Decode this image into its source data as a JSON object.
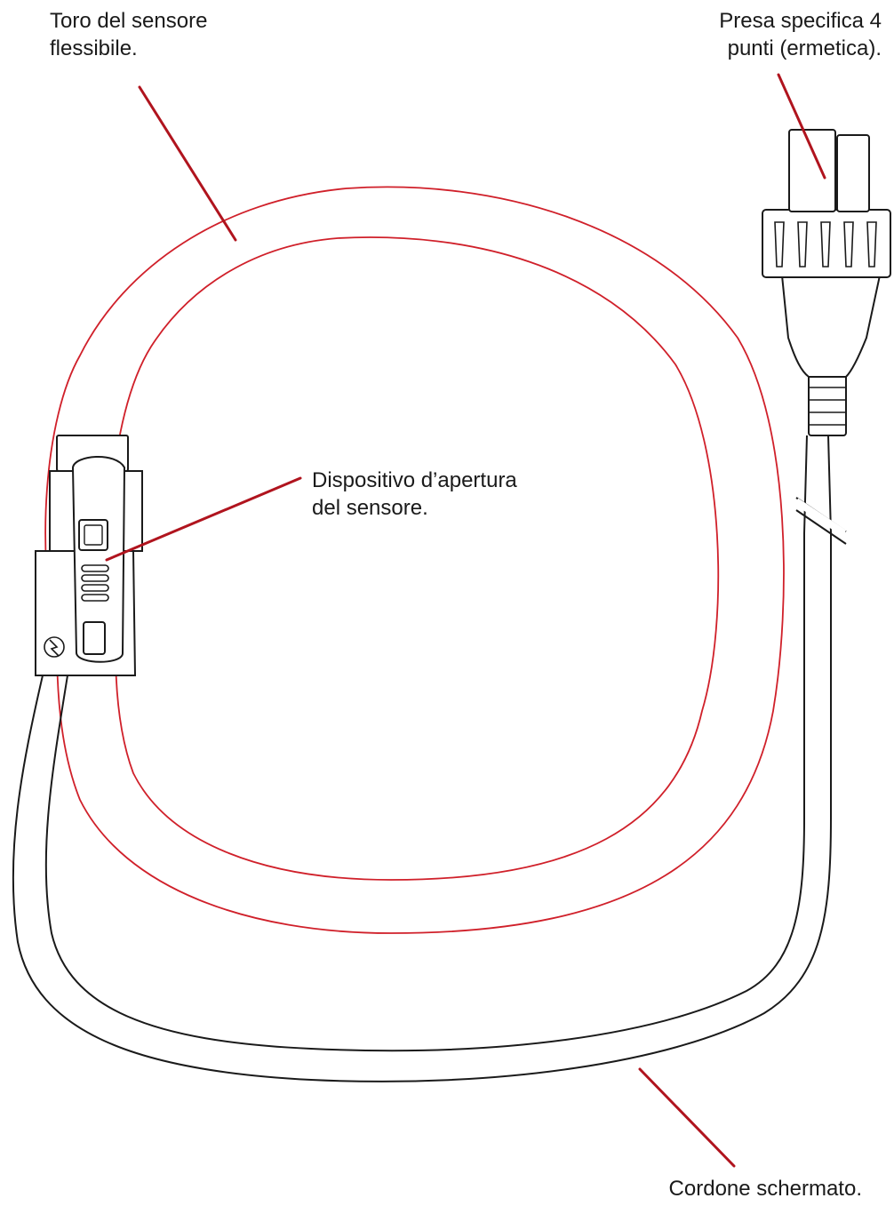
{
  "labels": {
    "torus": {
      "line1": "Toro del sensore",
      "line2": "flessibile."
    },
    "plug": {
      "line1": "Presa specifica 4",
      "line2": "punti (ermetica)."
    },
    "opener": {
      "line1": "Dispositivo d’apertura",
      "line2": "del sensore."
    },
    "cable": {
      "line1": "Cordone schermato."
    }
  },
  "colors": {
    "sensor_loop": "#d0202a",
    "leader_line": "#b0141e",
    "outline": "#1a1a1a",
    "text": "#1a1a1a"
  }
}
